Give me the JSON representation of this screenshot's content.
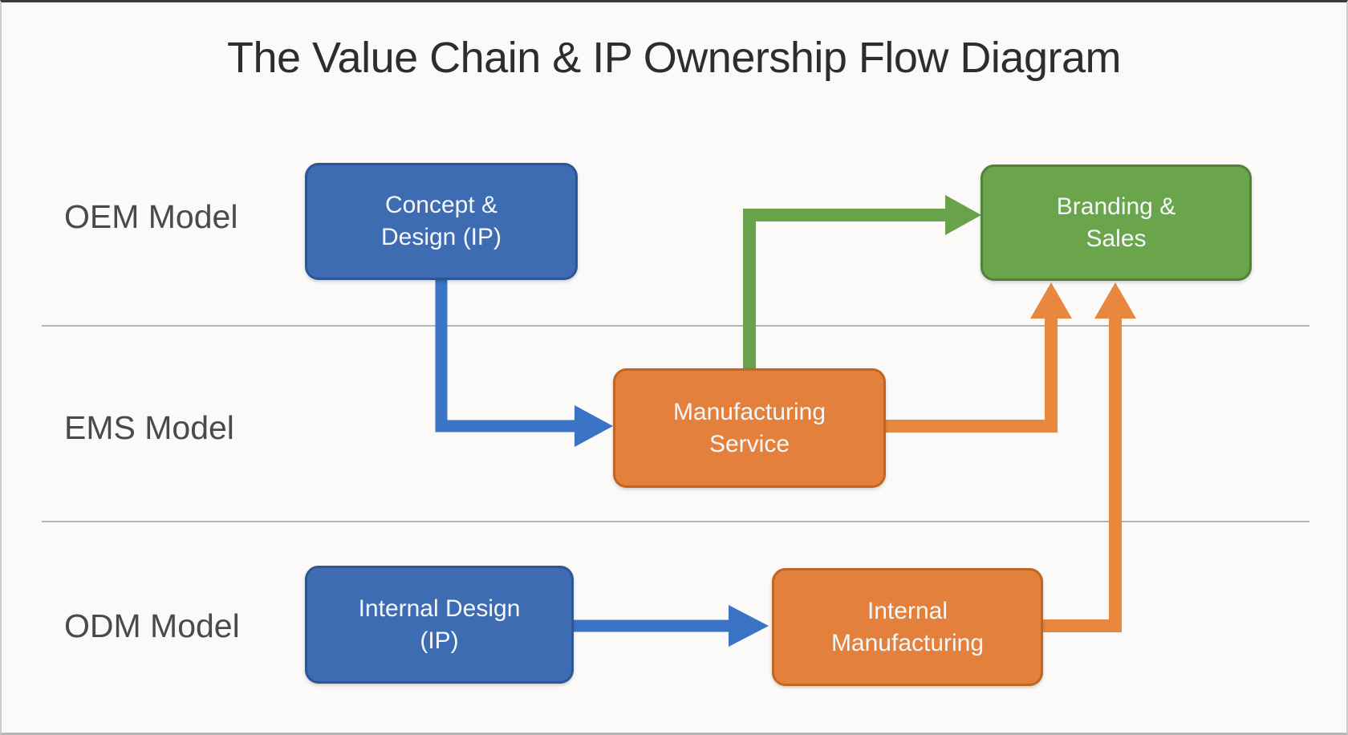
{
  "title": "The Value Chain & IP Ownership Flow Diagram",
  "rows": [
    {
      "id": "oem",
      "label": "OEM Model"
    },
    {
      "id": "ems",
      "label": "EMS Model"
    },
    {
      "id": "odm",
      "label": "ODM Model"
    }
  ],
  "nodes": [
    {
      "id": "concept-design",
      "label": "Concept & Design (IP)",
      "lines": [
        "Concept &",
        "Design (IP)"
      ],
      "row": "oem",
      "color": "blue"
    },
    {
      "id": "branding-sales",
      "label": "Branding & Sales",
      "lines": [
        "Branding &",
        "Sales"
      ],
      "row": "oem",
      "color": "green"
    },
    {
      "id": "manufacturing-service",
      "label": "Manufacturing Service",
      "lines": [
        "Manufacturing",
        "Service"
      ],
      "row": "ems",
      "color": "orange"
    },
    {
      "id": "internal-design",
      "label": "Internal Design (IP)",
      "lines": [
        "Internal Design",
        "(IP)"
      ],
      "row": "odm",
      "color": "blue"
    },
    {
      "id": "internal-manufacturing",
      "label": "Internal Manufacturing",
      "lines": [
        "Internal",
        "Manufacturing"
      ],
      "row": "odm",
      "color": "orange"
    }
  ],
  "edges": [
    {
      "from": "concept-design",
      "to": "manufacturing-service",
      "color": "blue",
      "shape": "elbow-down-right"
    },
    {
      "from": "manufacturing-service",
      "to": "branding-sales",
      "color": "green",
      "shape": "elbow-up-right"
    },
    {
      "from": "manufacturing-service",
      "to": "branding-sales",
      "color": "orange",
      "shape": "elbow-right-up"
    },
    {
      "from": "internal-design",
      "to": "internal-manufacturing",
      "color": "blue",
      "shape": "straight-right"
    },
    {
      "from": "internal-manufacturing",
      "to": "branding-sales",
      "color": "orange",
      "shape": "elbow-right-up"
    }
  ],
  "colors": {
    "background": "#fbfaf8",
    "node_blue": "#3d6cb3",
    "node_blue_border": "#2d5694",
    "node_orange": "#e3813c",
    "node_orange_border": "#c06522",
    "node_green": "#6aa54b",
    "node_green_border": "#538139",
    "arrow_blue": "#3b73c5",
    "arrow_green": "#68a24a",
    "arrow_orange": "#e8873e",
    "divider": "#b5b5b5",
    "title_text": "#2d2d2d",
    "row_label_text": "#4a4a4a",
    "node_text": "#f5f8fb"
  }
}
